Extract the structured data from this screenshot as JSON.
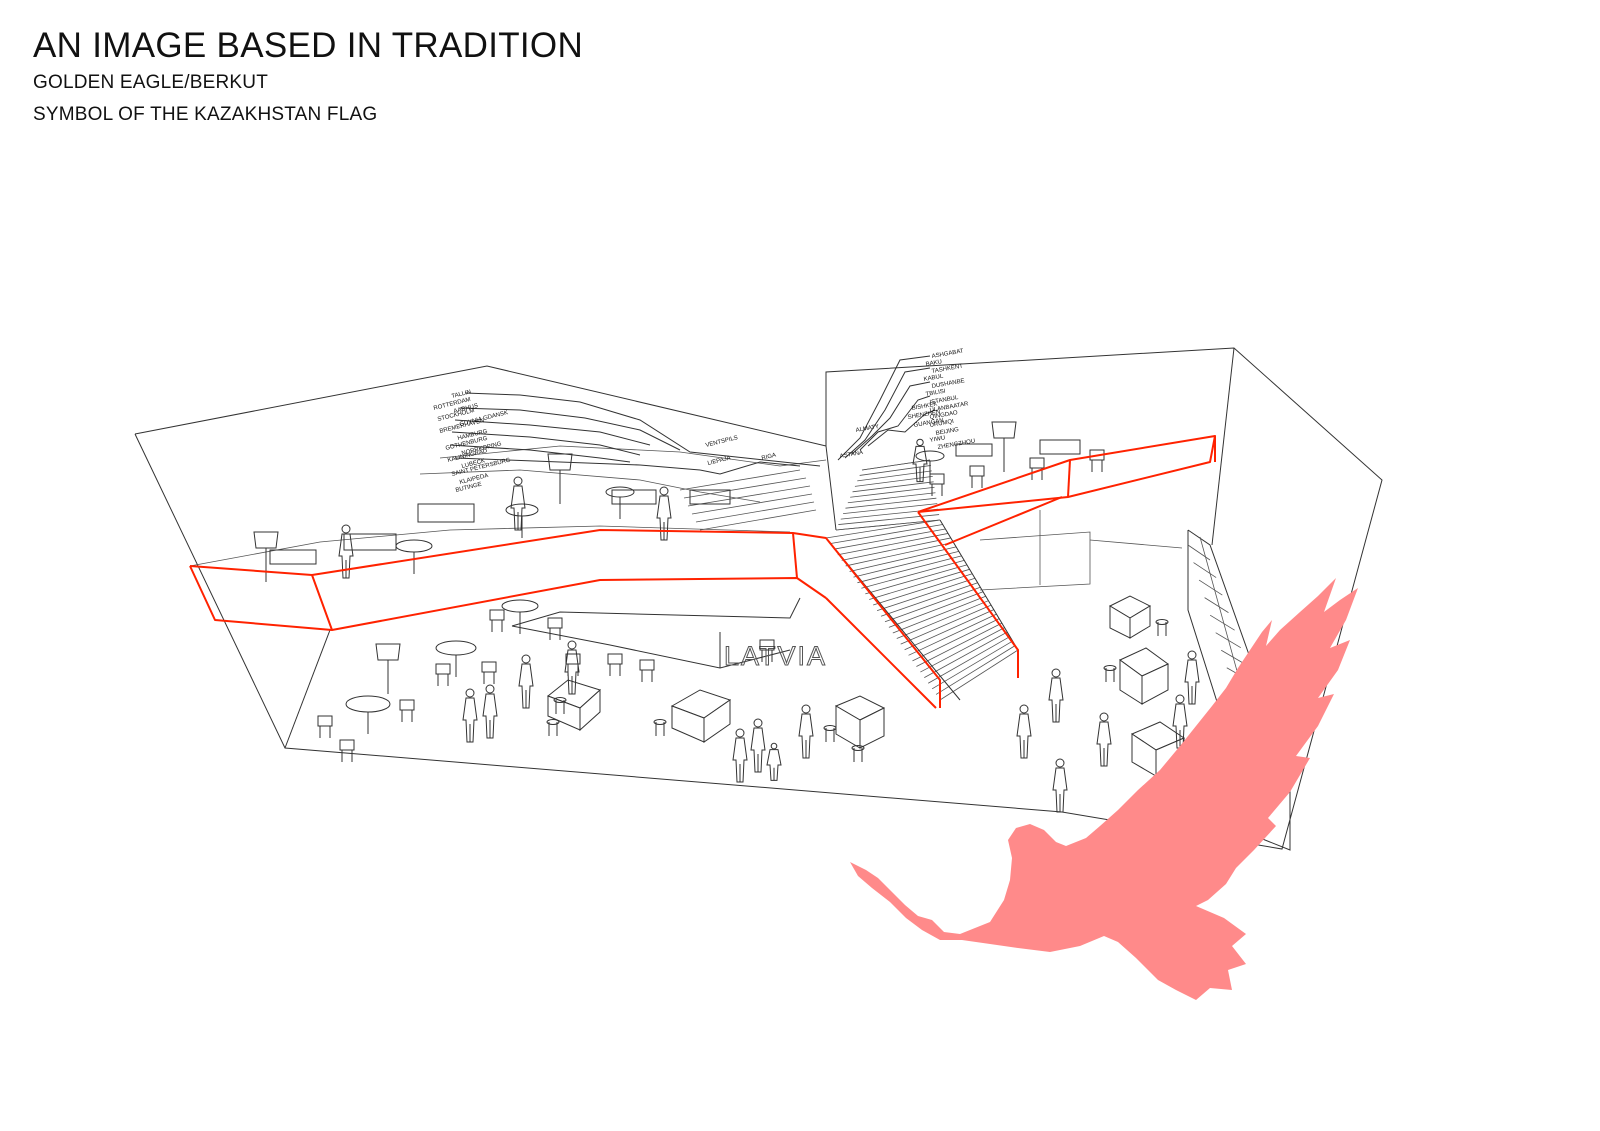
{
  "title": "AN IMAGE BASED IN TRADITION",
  "subtitle_1": "GOLDEN EAGLE/BERKUT",
  "subtitle_2": "SYMBOL OF THE KAZAKHSTAN FLAG",
  "colors": {
    "highlight_line": "#ff2200",
    "eagle_fill": "#ff8a8a",
    "linework": "#333333"
  },
  "wall_labels_left": [
    "TALLIN",
    "ROTTERDAM",
    "AARHUS",
    "STOCKHOLM",
    "GDYNIA GDANSK",
    "BREMERHAVEN",
    "HAMBURG",
    "GOTHENBURG",
    "NORRKOPING",
    "KALININGRAD",
    "LUBECK",
    "SAINT PETERSBURG",
    "KLAIPEDA",
    "BUTINGE",
    "LIEPAJA",
    "VENTSPILS",
    "RIGA"
  ],
  "wall_labels_right": [
    "ASHGABAT",
    "BAKU",
    "TASHKENT",
    "KABUL",
    "DUSHANBE",
    "TBILISI",
    "ISTANBUL",
    "BISHKEK",
    "ULANBAATAR",
    "SHENZHEN",
    "QINGDAO",
    "GUANGAN",
    "URUMQI",
    "BEIJING",
    "YIWU",
    "ZHENGZHOU",
    "ALMATY",
    "ASTANA"
  ],
  "sign_text": "LATVIA",
  "eagle_icon": "eagle-silhouette-icon"
}
